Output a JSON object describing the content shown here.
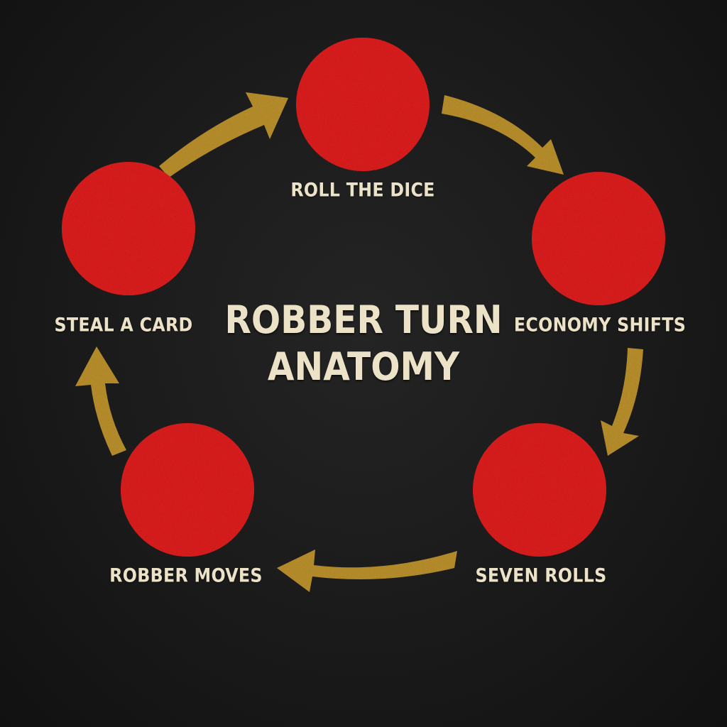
{
  "title": {
    "line1": "ROBBER TURN",
    "line2": "ANATOMY"
  },
  "colors": {
    "background": "#1a1a1a",
    "node_fill": "#d41c1c",
    "arrow": "#b38a2a",
    "text": "#ece2c8"
  },
  "nodes": [
    {
      "label": "ROLL THE DICE"
    },
    {
      "label": "ECONOMY SHIFTS"
    },
    {
      "label": "SEVEN ROLLS"
    },
    {
      "label": "ROBBER MOVES"
    },
    {
      "label": "STEAL A CARD"
    }
  ],
  "edges": [
    {
      "from": "ROLL THE DICE",
      "to": "ECONOMY SHIFTS"
    },
    {
      "from": "ECONOMY SHIFTS",
      "to": "SEVEN ROLLS"
    },
    {
      "from": "SEVEN ROLLS",
      "to": "ROBBER MOVES"
    },
    {
      "from": "ROBBER MOVES",
      "to": "STEAL A CARD"
    },
    {
      "from": "STEAL A CARD",
      "to": "ROLL THE DICE"
    }
  ]
}
